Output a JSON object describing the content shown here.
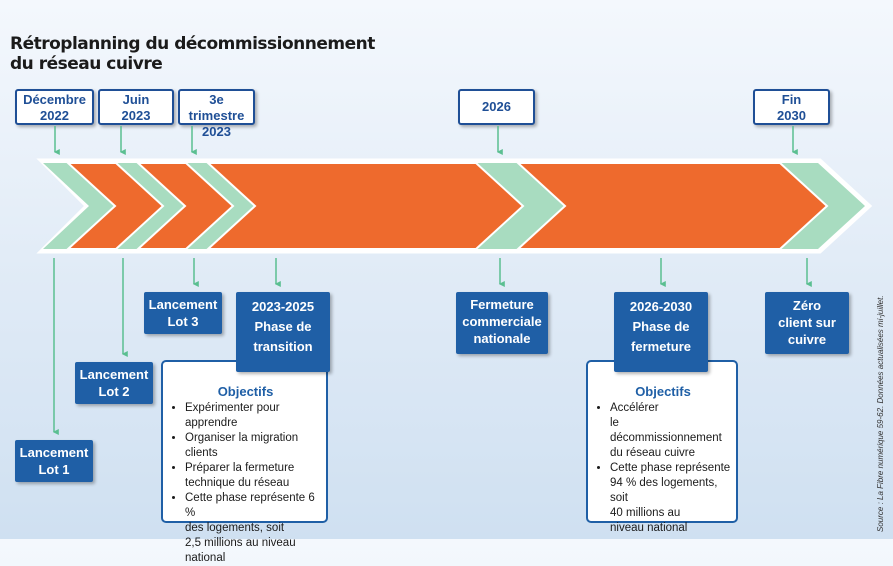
{
  "title": {
    "line1": "Rétroplanning du décommissionnement",
    "line2": "du réseau cuivre"
  },
  "dates": [
    {
      "line1": "Décembre",
      "line2": "2022"
    },
    {
      "line1": "Juin",
      "line2": "2023"
    },
    {
      "line1": "3e trimestre",
      "line2": "2023"
    },
    {
      "line1": "2026",
      "line2": ""
    },
    {
      "line1": "Fin",
      "line2": "2030"
    }
  ],
  "milestones": {
    "lot1": {
      "line1": "Lancement",
      "line2": "Lot 1"
    },
    "lot2": {
      "line1": "Lancement",
      "line2": "Lot 2"
    },
    "lot3": {
      "line1": "Lancement",
      "line2": "Lot 3"
    },
    "fermeture_commerciale": {
      "line1": "Fermeture",
      "line2": "commerciale",
      "line3": "nationale"
    },
    "zero_client": {
      "line1": "Zéro",
      "line2": "client sur",
      "line3": "cuivre"
    }
  },
  "phase_transition": {
    "years": "2023-2025",
    "name_line1": "Phase de",
    "name_line2": "transition",
    "objectives_title": "Objectifs",
    "items": [
      [
        "Expérimenter pour apprendre"
      ],
      [
        "Organiser la migration clients"
      ],
      [
        "Préparer la fermeture",
        "technique du réseau"
      ],
      [
        "Cette phase représente 6 %",
        "des logements, soit",
        "2,5 millions au niveau national"
      ]
    ]
  },
  "phase_fermeture": {
    "years": "2026-2030",
    "name_line1": "Phase de",
    "name_line2": "fermeture",
    "objectives_title": "Objectifs",
    "items": [
      [
        "Accélérer",
        "le décommissionnement",
        "du réseau cuivre"
      ],
      [
        "Cette phase représente",
        "94 % des logements, soit",
        "40 millions au",
        "niveau national"
      ]
    ]
  },
  "source": "Source : La Fibre numérique 59-62. Données actualisées mi-juillet.",
  "colors": {
    "navy": "#1f4f96",
    "blue_box": "#1f5fa6",
    "orange": "#ee6a2d",
    "green": "#a8dcc0",
    "arrow_line": "#3aa67a"
  }
}
